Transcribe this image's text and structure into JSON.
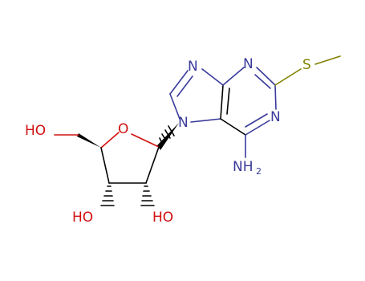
{
  "structure": {
    "atoms": {
      "n_top": "N",
      "n_right_top": "N",
      "n_right": "N",
      "n_ring": "N",
      "s_atom": "S",
      "nh2_main": "NH",
      "nh2_sub": "2",
      "o_ring": "O",
      "oh_left": "HO",
      "oh_bottom_left": "HO",
      "oh_bottom": "HO"
    },
    "colors": {
      "nitrogen": "#3a3a9c",
      "oxygen": "#d01010",
      "sulfur": "#808000",
      "carbon": "#000000"
    }
  }
}
